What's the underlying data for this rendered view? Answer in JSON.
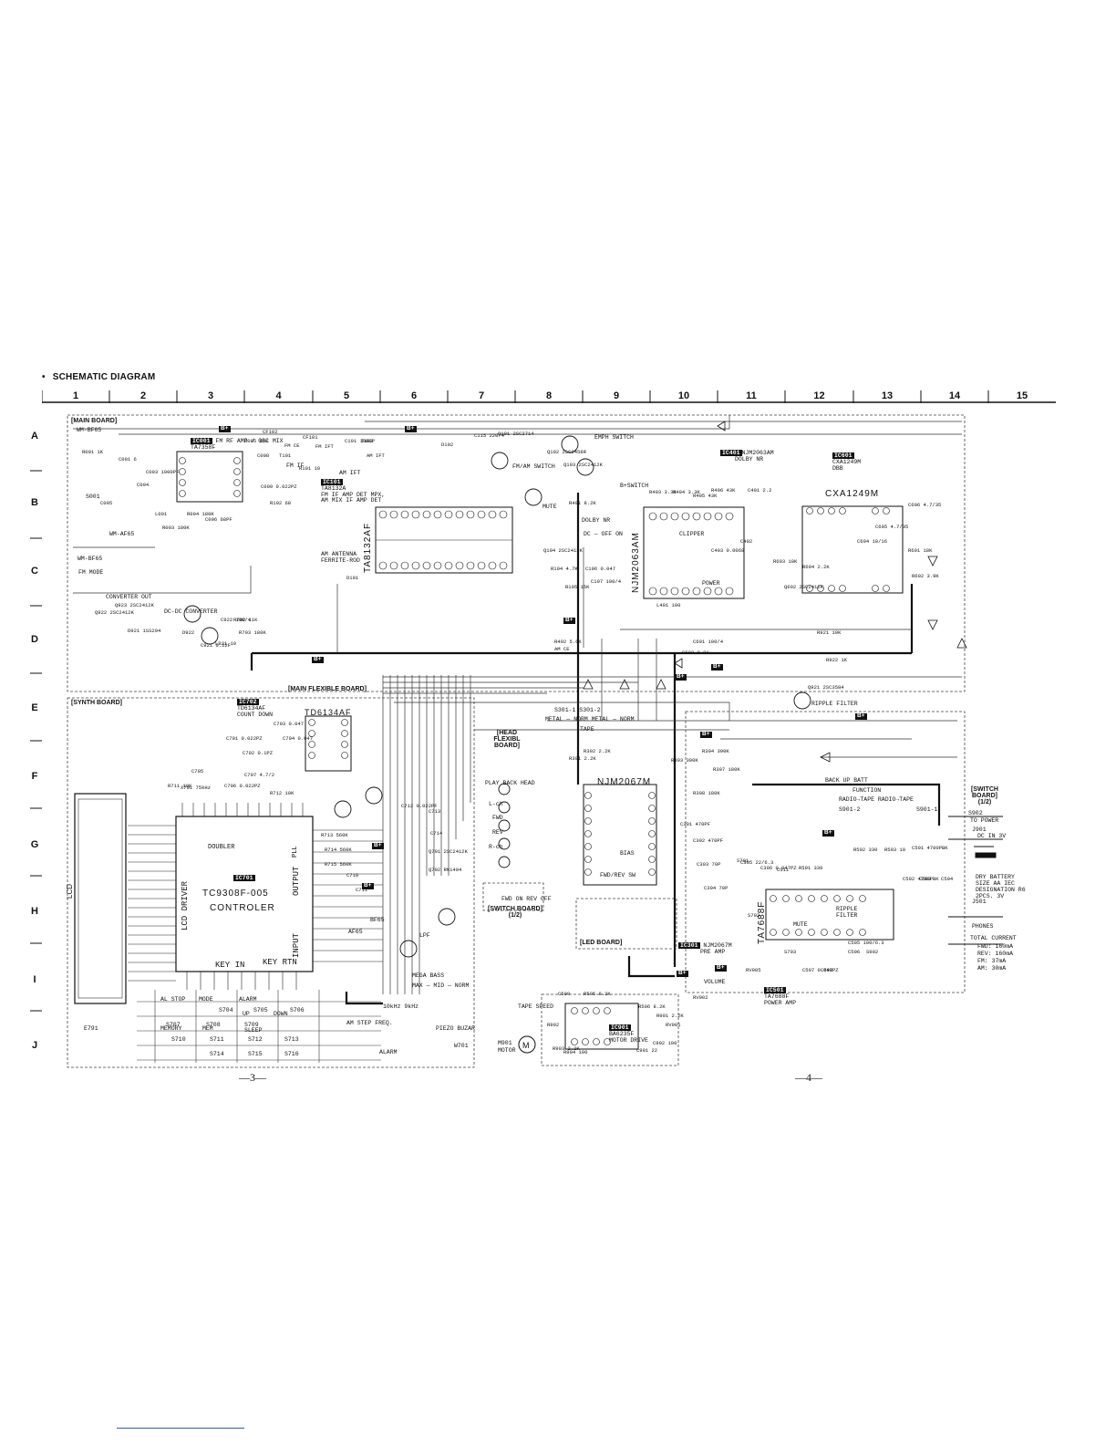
{
  "header": {
    "bullet": "•",
    "title": "SCHEMATIC DIAGRAM"
  },
  "grid": {
    "columns": [
      "1",
      "2",
      "3",
      "4",
      "5",
      "6",
      "7",
      "8",
      "9",
      "10",
      "11",
      "12",
      "13",
      "14",
      "15"
    ],
    "rows": [
      "A",
      "B",
      "C",
      "D",
      "E",
      "F",
      "G",
      "H",
      "I",
      "J"
    ]
  },
  "boards": {
    "main": "[MAIN BOARD]",
    "synth": "[SYNTH BOARD]",
    "main_flexible": "[MAIN FLEXIBLE BOARD]",
    "head_flexible": "[HEAD FLEXIBL BOARD]",
    "switch_1_2": "[SWITCH BOARD] (1/2)",
    "switch_board_1_2": "[SWITCH BOARD] (1/2)",
    "led": "[LED BOARD]"
  },
  "ics": {
    "ic001": {
      "ref": "IC001",
      "name": "TA7358F",
      "desc": "FM RF AMP / OSC MIX"
    },
    "ic101": {
      "ref": "IC101",
      "name": "TA8132A",
      "desc": "FM IF AMP DET MPX, AM MIX IF AMP DET"
    },
    "ic401": {
      "ref": "IC401",
      "name": "NJM2063AM",
      "desc": "DOLBY NR"
    },
    "ic601": {
      "ref": "IC601",
      "name": "CXA1249M",
      "desc": "DBB"
    },
    "ic702": {
      "ref": "IC702",
      "name": "TD6134AF",
      "desc": "COUNT DOWN"
    },
    "ic701": {
      "ref": "IC701",
      "name": "TC9308F-005",
      "desc": "CONTROLER"
    },
    "ic301": {
      "ref": "IC301",
      "name": "NJM2067M",
      "desc": "PRE AMP"
    },
    "ic501": {
      "ref": "IC501",
      "name": "TA7688F",
      "desc": "POWER AMP"
    },
    "ic901": {
      "ref": "IC901",
      "name": "BA6235F",
      "desc": "MOTOR DRIVE"
    }
  },
  "chip_labels": {
    "ta8132af": "TA8132AF",
    "njm2063am": "NJM2063AM",
    "cxa1249m": "CXA1249M",
    "td6134af": "TD6134AF",
    "tc9308f": "TC9308F-005",
    "controler": "CONTROLER",
    "njm2067m": "NJM2067M",
    "ta7688f": "TA7688F",
    "lcd_driver": "LCD DRIVER",
    "key_in": "KEY IN",
    "key_rtn": "KEY RTN",
    "output": "OUTPUT",
    "input": "INPUT",
    "doubler": "DOUBLER",
    "pll": "PLL"
  },
  "labels": {
    "wm_bf65": "WM-BF65",
    "wm_af65": "WM-AF65",
    "s001": "S001",
    "fm_mode": "FM MODE",
    "am_antenna": "AM ANTENNA FERRITE-ROD",
    "converter_out": "CONVERTER OUT",
    "dc_dc_converter": "DC-DC CONVERTER",
    "fm_am_switch": "FM/AM SWITCH",
    "emph_switch": "EMPH SWITCH",
    "b_switch": "B+SWITCH",
    "mute": "MUTE",
    "dolby_nr": "DOLBY NR",
    "dolby_on_off": "DC — OFF ON",
    "metal_norm": "METAL — NORM METAL — NORM",
    "s301": "S301-1 S301-2",
    "tape": "TAPE",
    "play_back_head": "PLAY BACK HEAD",
    "l_ch": "L-ch",
    "r_ch": "R-ch",
    "fwd": "FWD",
    "rev": "REV",
    "fwd_rev_sw": "FWD/REV SW",
    "ripple_filter": "RIPPLE FILTER",
    "back_up_batt": "BACK UP BATT",
    "function": "FUNCTION",
    "radio_tape": "RADIO→TAPE RADIO→TAPE",
    "to_power": "TO POWER",
    "dc_in_3v": "DC IN 3V",
    "dry_battery": "DRY BATTERY SIZE AA IEC DESIGNATION R6 2PCS. 3V",
    "phones": "PHONES",
    "total_current": "TOTAL CURRENT",
    "current_fwd": "FWD: 160mA",
    "current_rev": "REV: 160mA",
    "current_fm": "FM: 37mA",
    "current_am": "AM: 30mA",
    "volume": "VOLUME",
    "tape_speed": "TAPE SPEED",
    "motor": "MOTOR",
    "m901": "M901",
    "mega_bass": "MEGA BASS",
    "max_mid_norm": "MAX — MID — NORM",
    "am_step_freq": "AM STEP FREQ.",
    "step_10k": "10kHz 9kHz",
    "alarm": "ALARM",
    "piezo_buzar": "PIEZO BUZAR",
    "w701": "W701",
    "lcd": "LCD",
    "e791": "E791",
    "lpf": "LPF",
    "af65": "AF65",
    "bf65": "BF65",
    "fwd_on_rev_off": "FWD ON REV OFF",
    "pre_amp": "PRE AMP",
    "power_amp": "POWER AMP",
    "motor_drive": "MOTOR DRIVE",
    "bias": "BIAS",
    "power": "POWER",
    "clipper": "CLIPPER",
    "mute_block": "MUTE",
    "ripple_filter_block": "RIPPLE FILTER",
    "b_plus": "B+",
    "s901_2": "S901-2",
    "s901_1": "S901-1",
    "s902": "S902",
    "j901": "J901",
    "j501": "J501",
    "fm_lo": "FM IF",
    "am_ifa": "AM IFT"
  },
  "keys": {
    "row1": [
      "AL STOP",
      "MODE",
      "ALARM",
      "S704",
      "S705",
      "S706"
    ],
    "row2": [
      "S707",
      "S708",
      "S709",
      "UP",
      "DOWN",
      "SLEEP"
    ],
    "row3": [
      "MEMORY",
      "S710",
      "MEM",
      "S711",
      "S712",
      "S713"
    ],
    "row4": [
      "S714",
      "S715",
      "S716"
    ]
  },
  "components": [
    "R001 1K",
    "C001 6",
    "C003 1000PF",
    "C004",
    "C005",
    "L001",
    "R003 180K",
    "R004 180K",
    "C006 68PF",
    "R005 68K",
    "C008",
    "C009 0.022PZ",
    "CF101",
    "FM CE",
    "T101",
    "FM IFT",
    "R101 10",
    "R102 68",
    "C101 1000P",
    "T102",
    "AM IFT",
    "CF102",
    "AM CE",
    "D101",
    "D102",
    "C115 220/4",
    "Q101 2SC2714",
    "Q102 2SC2458R",
    "Q103 2SC2412K",
    "Q104 2SC2412K",
    "R104 4.7K",
    "R105 15K",
    "C106 0.047",
    "C107 100/4",
    "R401 8.2K",
    "R402 5.6K",
    "R403 3.3K",
    "R404 3.3K",
    "R405 43K",
    "R406 43K",
    "C401 2.2",
    "C402",
    "C403 0.0068",
    "L401 100",
    "C601 100/4",
    "C603 0.01",
    "C604 10/16",
    "C605 4.7/35",
    "C606 4.7/35",
    "R601 18K",
    "R602 3.9K",
    "R603 10K",
    "Q602 2SC2412K",
    "R604 2.2K",
    "R921 10K",
    "R922 1K",
    "Q921 2SC3584",
    "Q922 2SC2412K",
    "Q923 2SC2412K",
    "D921 1SS294",
    "D922",
    "C921 0.22F",
    "C922 100/4",
    "L921 10",
    "R702 11K",
    "R703 180K",
    "C701 0.022PZ",
    "C702 0.1PZ",
    "C703 0.047",
    "C704 0.047",
    "C705",
    "C706 0.022PZ",
    "C707 4.7/2",
    "X701 75kHz",
    "R711 10K",
    "R712 10K",
    "R713 560K",
    "R714 560K",
    "R715 560K",
    "C710",
    "C711",
    "C712 0.022PF",
    "C713",
    "C714",
    "Q701 2SC2412K",
    "Q702 RN1404",
    "R301 2.2K",
    "R302 2.2K",
    "R303 390K",
    "R304 390K",
    "R307 180K",
    "R308 180K",
    "C301 470PF",
    "C302 470PF",
    "C303 70P",
    "C304 70P",
    "C305 22/6.3",
    "C306 0.047PZ",
    "C311",
    "R501 330",
    "R502 330",
    "R503 10",
    "C501 4700PBK",
    "C502 4700PBK",
    "C503",
    "C504",
    "C505 100/6.3",
    "C506",
    "C507 0.047PZ",
    "C508",
    "C509",
    "R505 8.2K",
    "R506 8.2K",
    "R901 2.2K",
    "R902",
    "R903 2.2K",
    "R904 100",
    "C901 22",
    "C902 100",
    "RV901",
    "RV902",
    "RV905",
    "S701",
    "S702",
    "S703",
    "S902"
  ],
  "page_numbers": {
    "left": "—3—",
    "right": "—4—"
  }
}
